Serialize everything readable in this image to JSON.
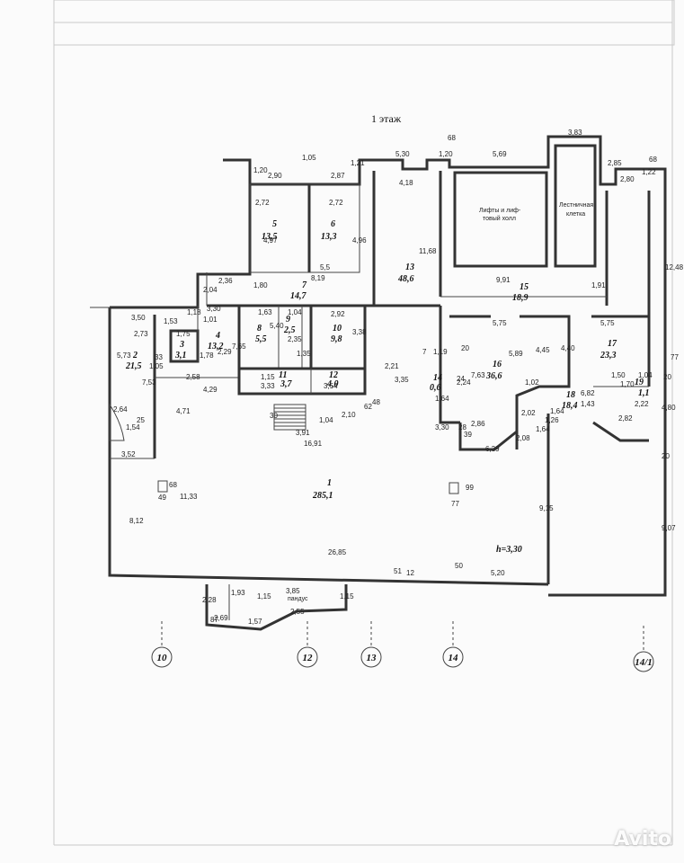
{
  "title": "1 этаж",
  "rooms": [
    {
      "num": "1",
      "area": "285,1"
    },
    {
      "num": "2",
      "area": "21,5"
    },
    {
      "num": "3",
      "area": "3,1"
    },
    {
      "num": "4",
      "area": "13,2"
    },
    {
      "num": "5",
      "area": "13,5"
    },
    {
      "num": "6",
      "area": "13,3"
    },
    {
      "num": "7",
      "area": "14,7"
    },
    {
      "num": "8",
      "area": "5,5"
    },
    {
      "num": "9",
      "area": "2,5"
    },
    {
      "num": "10",
      "area": "9,8"
    },
    {
      "num": "11",
      "area": "3,7"
    },
    {
      "num": "12",
      "area": "4,0"
    },
    {
      "num": "13",
      "area": "48,6"
    },
    {
      "num": "14",
      "area": "0,6"
    },
    {
      "num": "15",
      "area": "18,9"
    },
    {
      "num": "16",
      "area": "36,6"
    },
    {
      "num": "17",
      "area": "23,3"
    },
    {
      "num": "18",
      "area": "18,4"
    },
    {
      "num": "19",
      "area": "1,1"
    }
  ],
  "labels": {
    "lifts": "Лифты и лиф-",
    "lifts2": "товый холл",
    "stairs": "Лестничная",
    "stairs2": "клетка",
    "ramp": "пандус",
    "height": "h=3,30"
  },
  "axes": [
    "10",
    "12",
    "13",
    "14",
    "14/1"
  ],
  "dims": [
    "1,20",
    "2,90",
    "1,05",
    "2,87",
    "1,21",
    "5,30",
    "1,20",
    "68",
    "5,69",
    "3,83",
    "2,85",
    "1,22",
    "68",
    "2,80",
    "12,48",
    "2,72",
    "2,72",
    "4,97",
    "4,96",
    "4,18",
    "11,68",
    "5,5",
    "8,19",
    "2,36",
    "2,04",
    "1,80",
    "3,30",
    "3,50",
    "1,53",
    "1,18",
    "1,01",
    "1,75",
    "1,78",
    "2,73",
    "5,73",
    "7,53",
    "1,05",
    "33",
    "2,58",
    "2,29",
    "4,29",
    "4,71",
    "7,65",
    "1,63",
    "1,04",
    "2,92",
    "3,38",
    "5,40",
    "2,35",
    "1,35",
    "9,91",
    "1,91",
    "5,75",
    "5,75",
    "4,45",
    "5,89",
    "4,40",
    "2,21",
    "3,35",
    "1,19",
    "7,63",
    "2,24",
    "1,02",
    "6,82",
    "1,70",
    "1,50",
    "1,04",
    "2,22",
    "1,43",
    "1,64",
    "1,26",
    "2,82",
    "4,80",
    "77",
    "20",
    "3,33",
    "3,54",
    "1,15",
    "2,10",
    "1,04",
    "30",
    "3,91",
    "16,91",
    "62",
    "48",
    "1,54",
    "2,64",
    "25",
    "3,52",
    "1,64",
    "3,30",
    "2,86",
    "2,02",
    "2,08",
    "6,39",
    "1,64",
    "11,33",
    "8,12",
    "49",
    "68",
    "77",
    "99",
    "9,15",
    "9,07",
    "26,85",
    "2,28",
    "1,93",
    "1,15",
    "2,69",
    "87",
    "1,57",
    "3,85",
    "2,55",
    "1,15",
    "51",
    "12",
    "50",
    "5,20",
    "20",
    "39",
    "28",
    "20",
    "7",
    "24"
  ],
  "watermark": "Avito"
}
